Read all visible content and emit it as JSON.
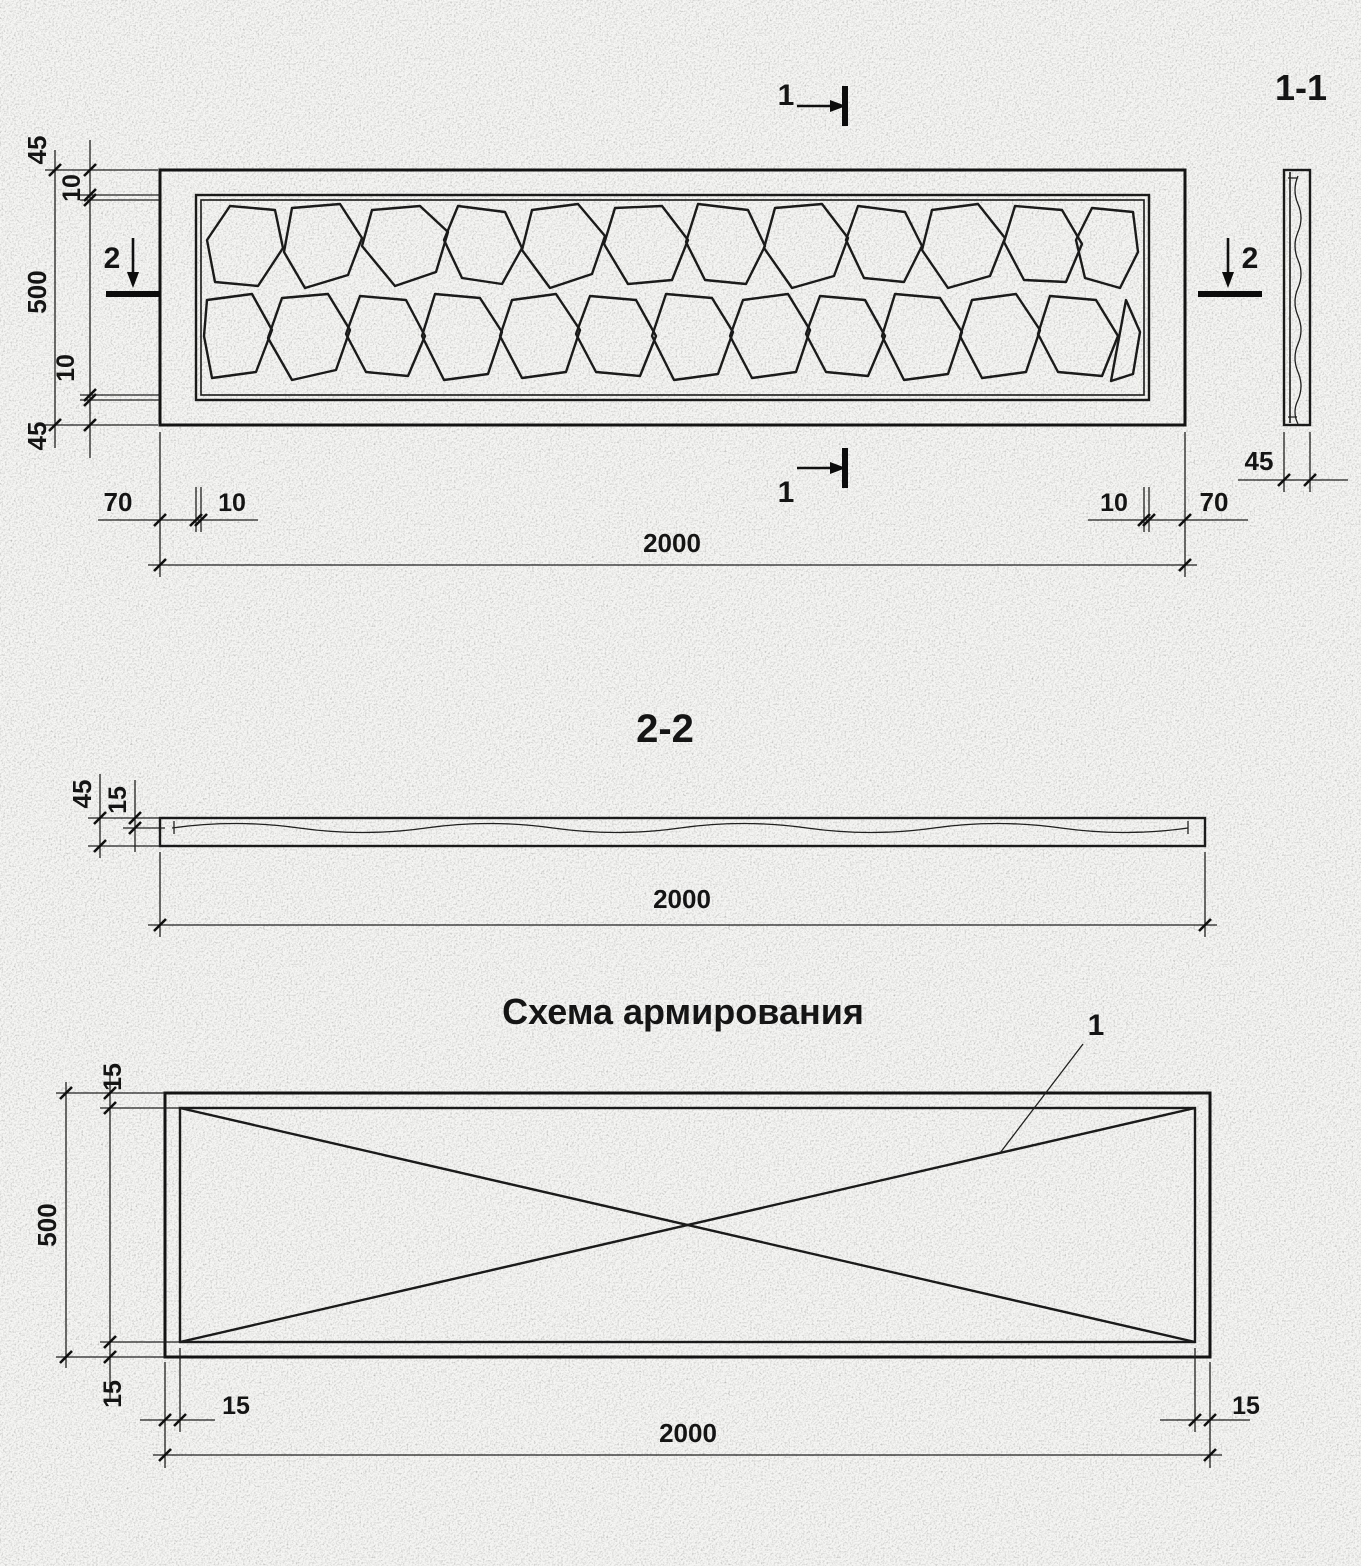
{
  "titles": {
    "section_1_1": "1-1",
    "section_2_2": "2-2",
    "reinforcement": "Схема армирования"
  },
  "marks": {
    "section_1": "1",
    "section_2": "2"
  },
  "front_view": {
    "dim_top_border": "45",
    "dim_top_lip": "10",
    "dim_height": "500",
    "dim_bottom_lip": "10",
    "dim_bottom_border": "45",
    "dim_left_border": "70",
    "dim_left_lip": "10",
    "dim_right_lip": "10",
    "dim_right_border": "70",
    "dim_length": "2000",
    "dim_thickness": "45"
  },
  "section_2_2": {
    "dim_thickness": "45",
    "dim_relief_depth": "15",
    "dim_length": "2000"
  },
  "reinforcement": {
    "callout": "1",
    "dim_top_cover": "15",
    "dim_height": "500",
    "dim_bottom_cover": "15",
    "dim_left_cover": "15",
    "dim_right_cover": "15",
    "dim_length": "2000"
  }
}
